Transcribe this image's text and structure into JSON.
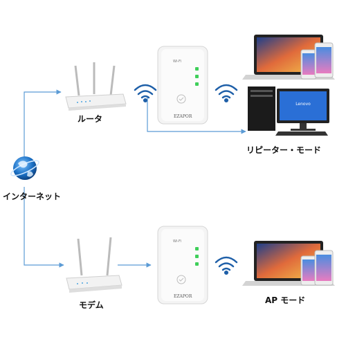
{
  "labels": {
    "router": "ルータ",
    "internet": "インターネット",
    "modem": "モデム",
    "repeater_mode": "リピーター・モード",
    "ap_mode": "AP モード"
  },
  "device_brand": "EZAPOR",
  "monitor_brand": "Lenovo",
  "colors": {
    "line": "#5b9bd5",
    "wifi": "#1e5fa8",
    "device_body": "#f4f4f4"
  }
}
